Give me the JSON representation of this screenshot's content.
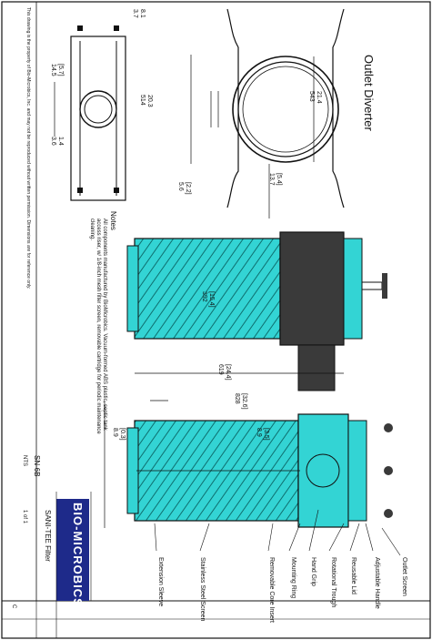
{
  "view_title": "Outlet Diverter",
  "dimensions": {
    "top_width": "21.4",
    "top_width_alt": "543",
    "top_right": "[5.4]",
    "top_right_alt": "13.7",
    "top_left_small": "8.1",
    "top_left_small2": "3.7",
    "mid_a": "[2.2]",
    "mid_a_alt": "5.6",
    "mid_b": "20.3",
    "mid_b_alt": "514",
    "left_width": "[5.7]",
    "left_width_alt": "14.5",
    "left_width2": "1.4",
    "left_width2_alt": "3.6",
    "height_main": "[15.4]",
    "height_main_alt": "392",
    "height_total": "[24.4]",
    "height_total_alt": "619",
    "height_full": "[32.6]",
    "height_full_alt": "828",
    "small_dim": "[0.3]",
    "small_dim_alt": "8.9",
    "pipe_dim": "[3.5]",
    "pipe_dim_alt": "8.9"
  },
  "callouts": [
    "Outlet Screen",
    "Adjustable Handle",
    "Reusable Lid",
    "Rotational Trough",
    "Hand Grip",
    "Mounting Ring",
    "Removable Core Insert",
    "Stainless Steel Screen",
    "Extension Sleeve"
  ],
  "notes_title": "Notes",
  "notes_text": "All components manufactured by BioMicrobics. Vacuum-formed ABS plastic, septic tank access riser, w/ 1/8-inch mesh filter screen, removable cartridge for periodic maintenance cleaning.",
  "title_block": {
    "company": "BIO-MICROBICS",
    "drawing_title": "SANI-TEE Filter",
    "part_no": "SN-6B",
    "scale": "NTS",
    "sheet": "1 of 1",
    "rev": "C",
    "disclaimer": "This drawing is the property of Bio-Microbics, Inc. and may not be reproduced without written permission. Dimensions are for reference only."
  },
  "colors": {
    "body_fill": "#33d4d4",
    "body_hatch": "#0e6f6f",
    "dark_part": "#3a3a3a",
    "logo_bg": "#1e2a8a",
    "logo_text": "#ffffff",
    "line": "#111111"
  }
}
